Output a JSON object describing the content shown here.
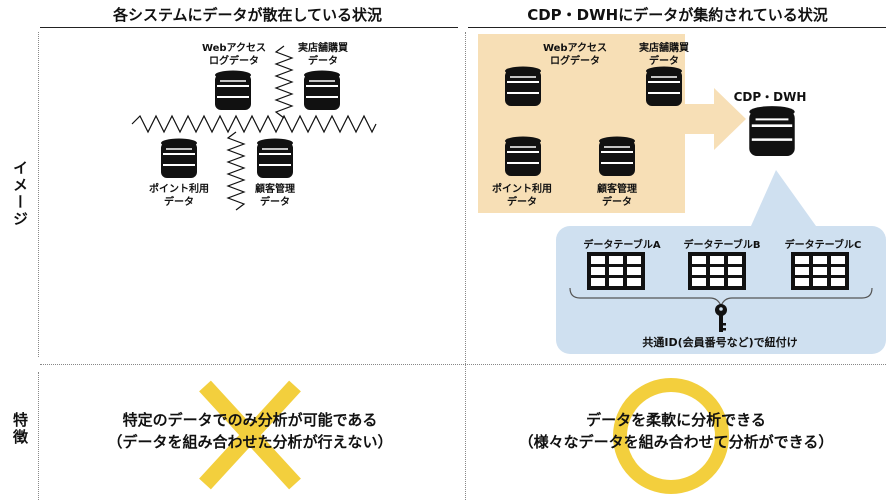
{
  "left": {
    "header": "各システムにデータが散在している状況",
    "sources": {
      "web": [
        "Webアクセス",
        "ログデータ"
      ],
      "store": [
        "実店舗購買",
        "データ"
      ],
      "points": [
        "ポイント利用",
        "データ"
      ],
      "customer": [
        "顧客管理",
        "データ"
      ]
    },
    "feature": [
      "特定のデータでのみ分析が可能である",
      "（データを組み合わせた分析が行えない）"
    ]
  },
  "right": {
    "header": "CDP・DWHにデータが集約されている状況",
    "sources": {
      "web": [
        "Webアクセス",
        "ログデータ"
      ],
      "store": [
        "実店舗購買",
        "データ"
      ],
      "points": [
        "ポイント利用",
        "データ"
      ],
      "customer": [
        "顧客管理",
        "データ"
      ]
    },
    "hub_label": "CDP・DWH",
    "tables": [
      "データテーブルA",
      "データテーブルB",
      "データテーブルC"
    ],
    "join_key_label": "共通ID(会員番号など)で紐付け",
    "feature": [
      "データを柔軟に分析できる",
      "（様々なデータを組み合わせて分析ができる）"
    ]
  },
  "row_labels": {
    "image": "イメージ",
    "feature": "特徴"
  },
  "colors": {
    "cross": "#f3cf3d",
    "circle": "#f3cf3d",
    "orange_panel": "#f7dfb6",
    "blue_panel": "#cfe0f0",
    "arrow": "#f7dfb6"
  }
}
